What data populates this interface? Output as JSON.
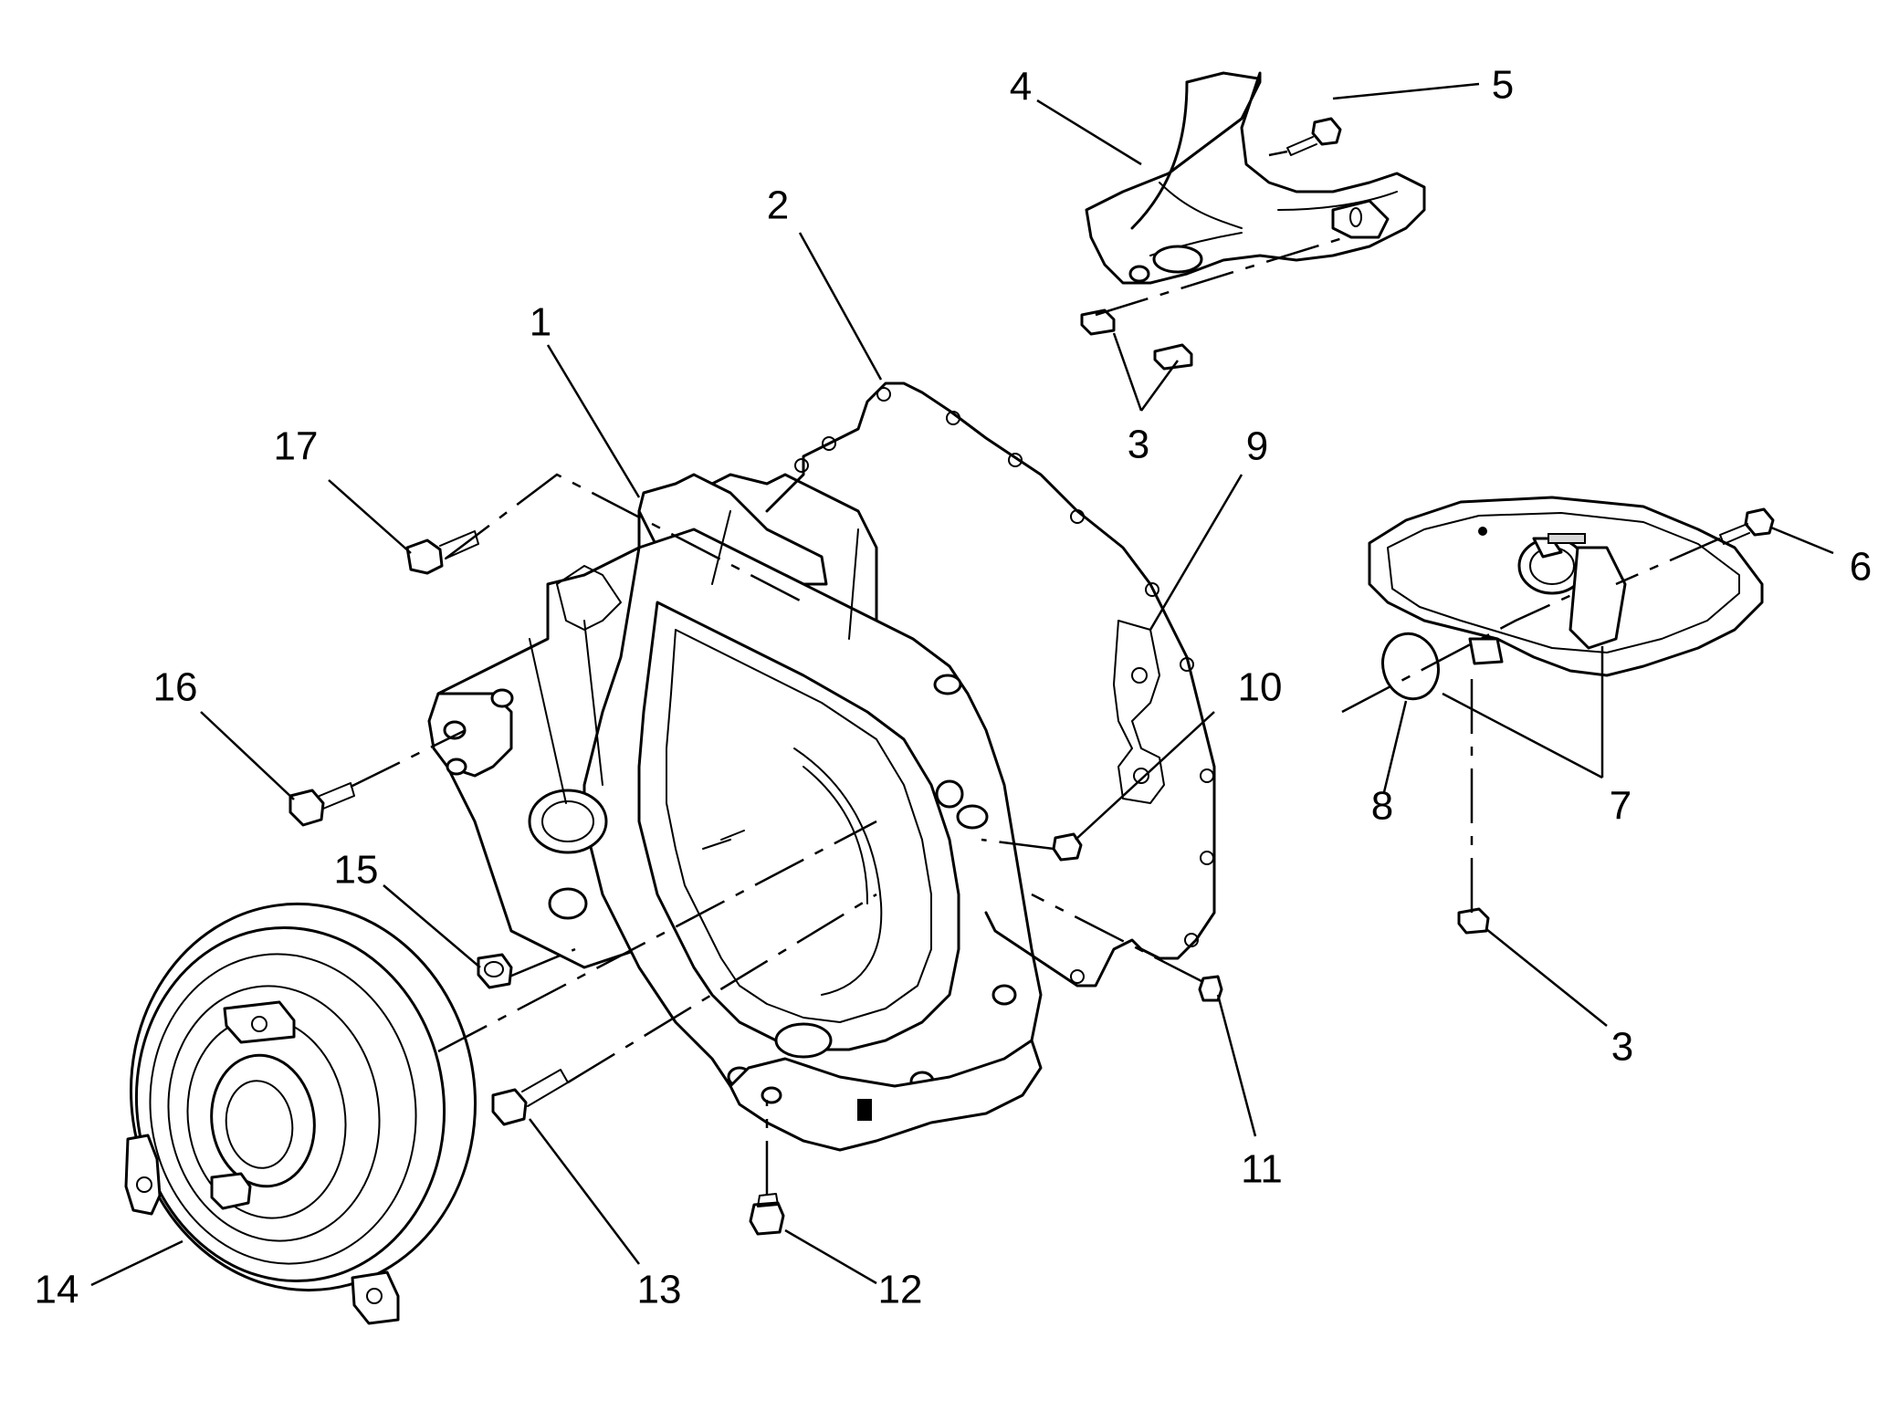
{
  "callouts": {
    "c1": "1",
    "c2": "2",
    "c3a": "3",
    "c3b": "3",
    "c4": "4",
    "c5": "5",
    "c6": "6",
    "c7": "7",
    "c8": "8",
    "c9": "9",
    "c10": "10",
    "c11": "11",
    "c12": "12",
    "c13": "13",
    "c14": "14",
    "c15": "15",
    "c16": "16",
    "c17": "17"
  }
}
